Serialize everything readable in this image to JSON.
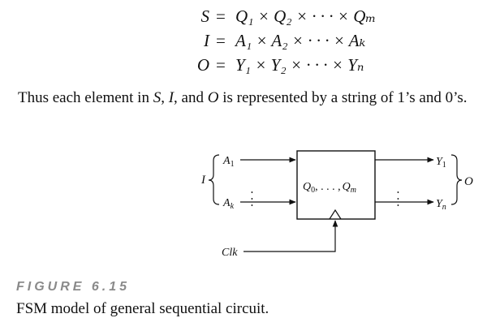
{
  "equations": [
    {
      "lhs": "S",
      "eq": "=",
      "rhs": "Q₁ × Q₂ × · · · × Qₘ"
    },
    {
      "lhs": "I",
      "eq": "=",
      "rhs": "A₁ × A₂ × · · · × Aₖ"
    },
    {
      "lhs": "O",
      "eq": "=",
      "rhs": "Y₁ × Y₂ × · · · × Yₙ"
    }
  ],
  "paragraph": {
    "t1": "Thus each element in ",
    "s": "S",
    "t2": ", ",
    "i": "I",
    "t3": ", and ",
    "o": "O",
    "t4": " is represented by a string of 1’s and 0’s."
  },
  "diagram": {
    "input_group_label": "I",
    "input_top": "A",
    "input_top_sub": "1",
    "input_bottom": "A",
    "input_bottom_sub": "k",
    "state_first": "Q",
    "state_first_sub": "0",
    "state_dots": ", . . . ,",
    "state_last": "Q",
    "state_last_sub": "m",
    "output_top": "Y",
    "output_top_sub": "1",
    "output_bottom": "Y",
    "output_bottom_sub": "n",
    "output_group_label": "O",
    "clock_label": "Clk"
  },
  "figure": {
    "label": "FIGURE 6.15",
    "caption": "FSM model of general sequential circuit."
  }
}
